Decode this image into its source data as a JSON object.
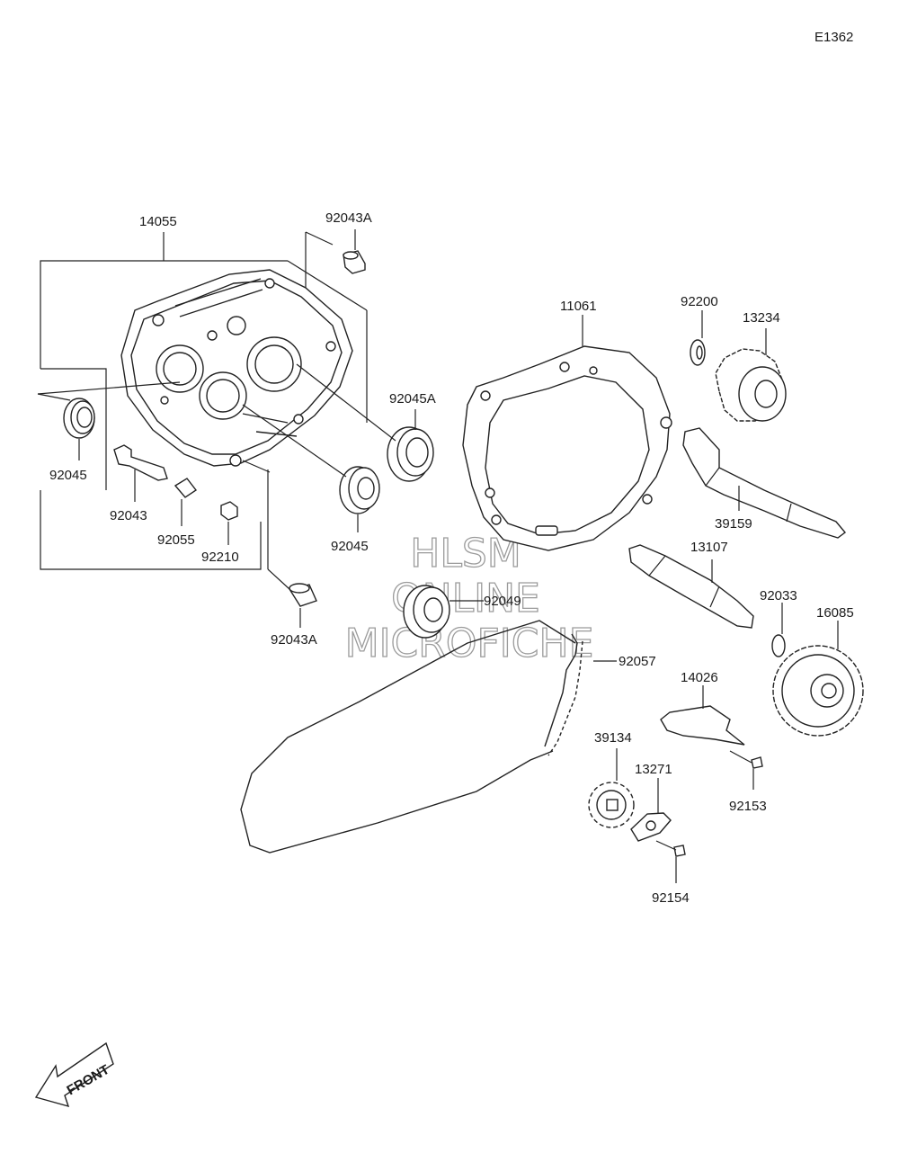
{
  "diagram_code": "E1362",
  "watermark": [
    "HLSM",
    "ONLINE",
    "MICROFICHE"
  ],
  "front_label": "FRONT",
  "labels": {
    "l14055": "14055",
    "l92043A_top": "92043A",
    "l92045A": "92045A",
    "l92045_left": "92045",
    "l92043": "92043",
    "l92055": "92055",
    "l92210": "92210",
    "l92045_mid": "92045",
    "l92043A_bottom": "92043A",
    "l11061": "11061",
    "l92200": "92200",
    "l13234": "13234",
    "l39159": "39159",
    "l13107": "13107",
    "l92049": "92049",
    "l92033": "92033",
    "l16085": "16085",
    "l92057": "92057",
    "l14026": "14026",
    "l39134": "39134",
    "l13271": "13271",
    "l92153": "92153",
    "l92154": "92154"
  }
}
